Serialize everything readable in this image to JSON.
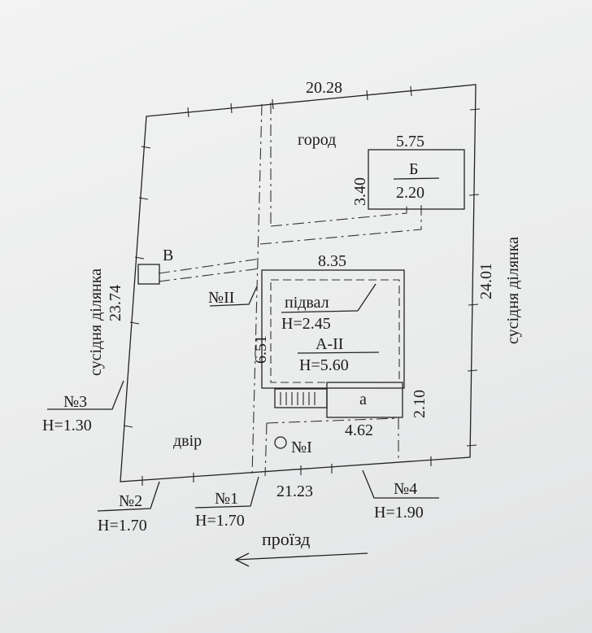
{
  "dimensions": {
    "top": "20.28",
    "left": "23.74",
    "right": "24.01",
    "bottom": "21.23",
    "outbuilding_width": "5.75",
    "outbuilding_height": "3.40",
    "house_width": "8.35",
    "house_depth": "6.51",
    "annex_depth": "2.10",
    "annex_width": "4.62"
  },
  "areas": {
    "garden": "город",
    "yard": "двір",
    "neighbor_left": "сусідня ділянка",
    "neighbor_right": "сусідня ділянка",
    "passage": "проїзд"
  },
  "buildings": {
    "outbuilding_letter": "Б",
    "outbuilding_height": "2.20",
    "toilet_letter": "В",
    "basement": "підвал",
    "basement_height": "H=2.45",
    "house_code": "А-ІІ",
    "house_height": "H=5.60",
    "annex_letter": "а",
    "fence_2": "№ІІ",
    "well": "№І"
  },
  "points": [
    {
      "num": "№1",
      "height": "H=1.70"
    },
    {
      "num": "№2",
      "height": "H=1.70"
    },
    {
      "num": "№3",
      "height": "H=1.30"
    },
    {
      "num": "№4",
      "height": "H=1.90"
    }
  ],
  "colors": {
    "ink": "#1c1c1c",
    "paper": "#ededed"
  }
}
